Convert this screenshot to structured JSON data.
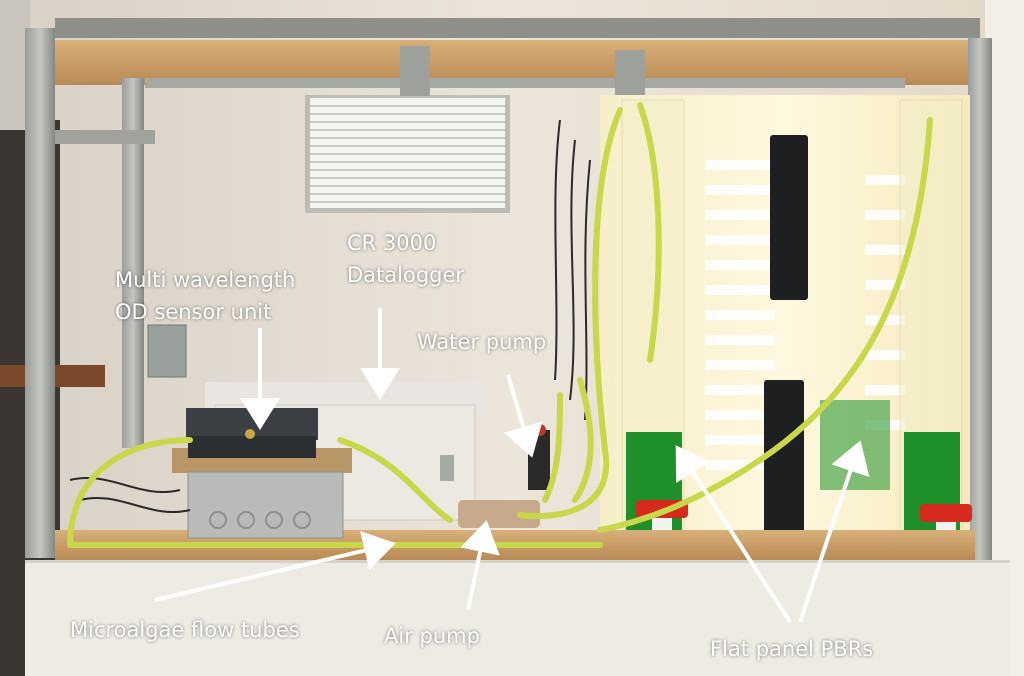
{
  "annotations": {
    "cr3000": {
      "line1": "CR 3000",
      "line2": "Datalogger"
    },
    "od_sensor": {
      "line1": "Multi wavelength",
      "line2": "OD sensor unit"
    },
    "water_pump": "Water pump",
    "flow_tubes": "Microalgae flow tubes",
    "air_pump": "Air pump",
    "flat_panel": "Flat panel PBRs"
  },
  "colors": {
    "arrow": "#ffffff",
    "label_text": "#ffffff",
    "algae_green": "#1f8f2a",
    "tube_yellow": "#c8d84a",
    "frame_metal": "#8d918c",
    "wood": "#c9a270",
    "wall": "#e6ded3",
    "base_panel": "#eeeae4",
    "valve_red": "#d62a1e"
  }
}
